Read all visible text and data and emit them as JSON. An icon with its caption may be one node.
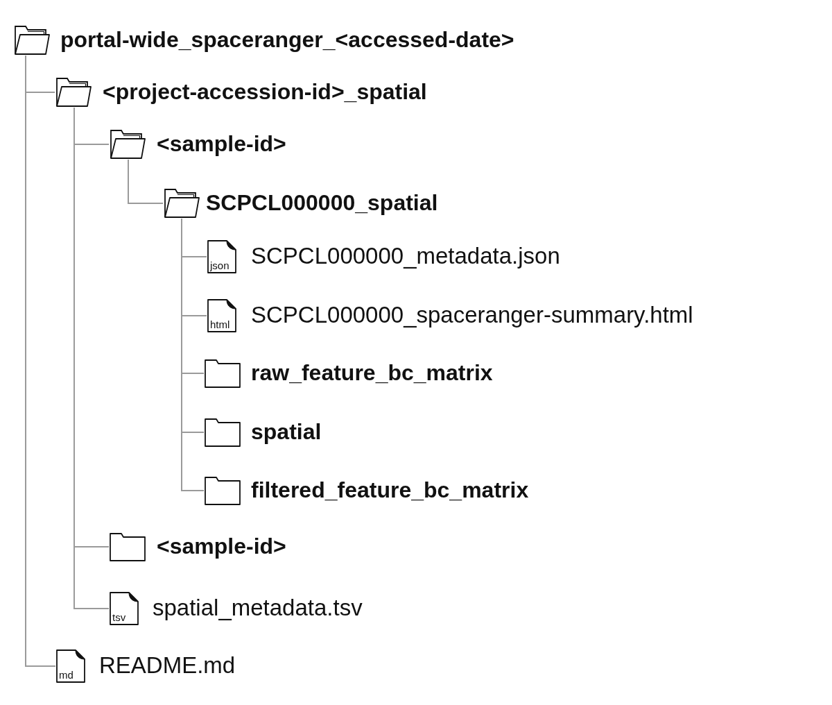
{
  "diagram": {
    "nodes": [
      {
        "text": [],
        "shape": "folder",
        "beside": [
          "portal-wide_spaceranger_<accessed-date>"
        ]
      },
      {
        "text": [],
        "shape": "folder",
        "beside": [
          "<project-accession-id>_spatial"
        ]
      },
      {
        "text": [],
        "shape": "folder",
        "beside": [
          "<sample-id>"
        ]
      },
      {
        "text": [],
        "shape": "folder",
        "beside": [
          "SCPCL000000_spatial"
        ]
      },
      {
        "text": [
          "json"
        ],
        "beside": [
          "SCPCL000000_metadata.json"
        ]
      },
      {
        "text": [
          "html"
        ],
        "beside": [
          "SCPCL000000_spaceranger-summary.html"
        ]
      },
      {
        "text": [],
        "shape": "folder",
        "beside": [
          "raw_feature_bc_matrix"
        ]
      },
      {
        "text": [],
        "shape": "folder",
        "beside": [
          "spatial"
        ]
      },
      {
        "text": [],
        "shape": "folder",
        "beside": [
          "filtered_feature_bc_matrix"
        ]
      },
      {
        "text": [],
        "shape": "folder",
        "beside": [
          "<sample-id>"
        ]
      },
      {
        "text": [
          "tsv"
        ],
        "beside": [
          "spatial_metadata.tsv"
        ]
      },
      {
        "text": [
          "md"
        ],
        "beside": [
          "README.md"
        ]
      }
    ],
    "edges": [
      {
        "from": 0,
        "to": 1,
        "arrow": "none"
      },
      {
        "from": 1,
        "to": 2,
        "arrow": "none"
      },
      {
        "from": 2,
        "to": 3,
        "arrow": "none"
      },
      {
        "from": 3,
        "to": 4,
        "arrow": "none"
      },
      {
        "from": 3,
        "to": 5,
        "arrow": "none"
      },
      {
        "from": 3,
        "to": 6,
        "arrow": "none"
      },
      {
        "from": 3,
        "to": 7,
        "arrow": "none"
      },
      {
        "from": 3,
        "to": 8,
        "arrow": "none"
      },
      {
        "from": 1,
        "to": 9,
        "arrow": "none"
      },
      {
        "from": 1,
        "to": 10,
        "arrow": "none"
      },
      {
        "from": 0,
        "to": 11,
        "arrow": "none"
      }
    ]
  }
}
